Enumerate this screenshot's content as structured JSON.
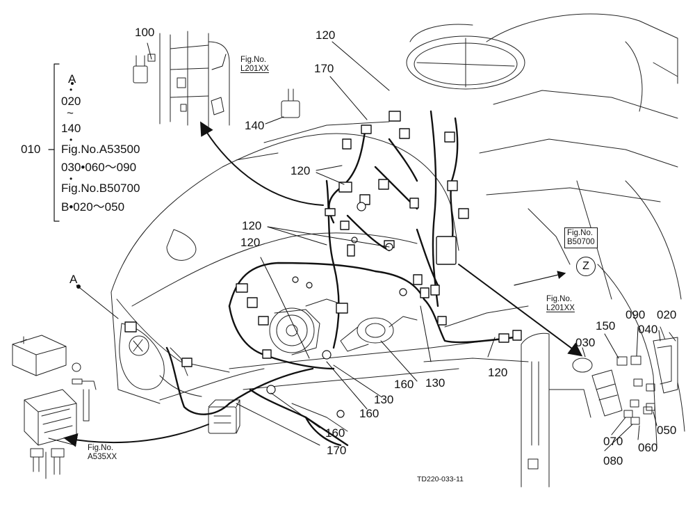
{
  "callouts": {
    "c100": "100",
    "c120_top": "120",
    "c170_top": "170",
    "c140": "140",
    "c120_mid": "120",
    "c120_left_a": "120",
    "c120_left_b": "120",
    "c120_right": "120",
    "c130_a": "130",
    "c130_b": "130",
    "c160_a": "160",
    "c160_b": "160",
    "c160_c": "160",
    "c170_bottom": "170",
    "c150": "150",
    "c090": "090",
    "c040": "040",
    "c020": "020",
    "c030": "030",
    "c050": "050",
    "c060": "060",
    "c070": "070",
    "c080": "080",
    "cA": "A"
  },
  "figrefs": {
    "l201_top_label": "Fig.No.",
    "l201_top_value": "L201XX",
    "b507_label": "Fig.No.",
    "b507_value": "B50700",
    "l201_right_label": "Fig.No.",
    "l201_right_value": "L201XX",
    "a535_label": "Fig.No.",
    "a535_value": "A535XX",
    "view_z": "Z"
  },
  "legend": {
    "item_number": "010",
    "lines": [
      "A",
      "•",
      "020",
      "~",
      "140",
      "•",
      "Fig.No.A53500",
      "030•060～090",
      "•",
      "Fig.No.B50700",
      "B•020～050"
    ]
  },
  "drawing_code": "TD220-033-11"
}
